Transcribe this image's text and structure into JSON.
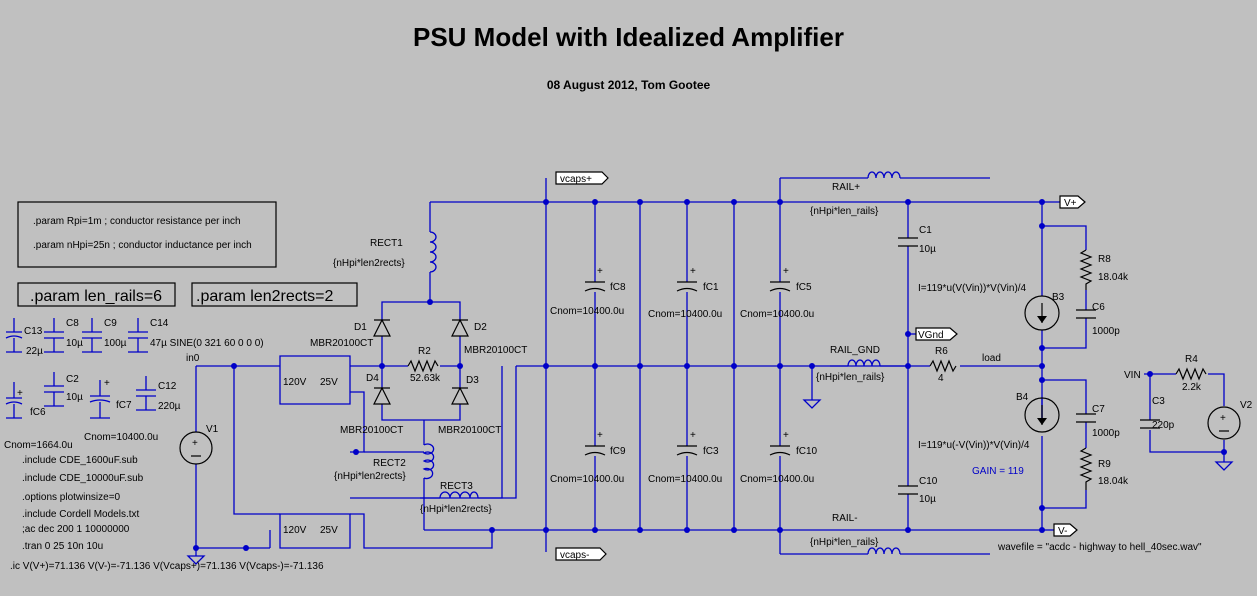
{
  "title": "PSU Model with Idealized Amplifier",
  "subtitle": "08 August 2012, Tom Gootee",
  "params": {
    "rpi": ".param Rpi=1m ; conductor resistance per inch",
    "nhpi": ".param nHpi=25n ; conductor inductance per inch",
    "len_rails": ".param len_rails=6",
    "len2rects": ".param len2rects=2"
  },
  "nets": {
    "vcaps_plus": "vcaps+",
    "vcaps_minus": "vcaps-",
    "v_plus": "V+",
    "v_minus": "V-",
    "vgnd": "VGnd",
    "in0": "in0",
    "load": "load",
    "vin": "VIN"
  },
  "rails": {
    "rail_plus": "RAIL+",
    "rail_gnd": "RAIL_GND",
    "rail_minus": "RAIL-",
    "rail_value": "{nHpi*len_rails}"
  },
  "rects": {
    "rect1": "RECT1",
    "rect2": "RECT2",
    "rect3": "RECT3",
    "rect_value": "{nHpi*len2rects}"
  },
  "diodes": {
    "d1": "D1",
    "d2": "D2",
    "d3": "D3",
    "d4": "D4",
    "model": "MBR20100CT"
  },
  "resistors": {
    "r2": "R2",
    "r2_val": "52.63k",
    "r6": "R6",
    "r6_val": "4",
    "r8": "R8",
    "r8_val": "18.04k",
    "r9": "R9",
    "r9_val": "18.04k",
    "r4": "R4",
    "r4_val": "2.2k"
  },
  "caps": {
    "fc8": "fC8",
    "fc1": "fC1",
    "fc5": "fC5",
    "fc9": "fC9",
    "fc3": "fC3",
    "fc10": "fC10",
    "cnom": "Cnom=10400.0u",
    "c1": "C1",
    "c1_val": "10µ",
    "c10": "C10",
    "c10_val": "10µ",
    "c6": "C6",
    "c6_val": "1000p",
    "c7": "C7",
    "c7_val": "1000p",
    "c3": "C3",
    "c3_val": "220p",
    "plus": "+"
  },
  "sources": {
    "b3": "B3",
    "b4": "B4",
    "b3_expr": "I=119*u(V(Vin))*V(Vin)/4",
    "b4_expr": "I=119*u(-V(Vin))*V(Vin)/4",
    "gain": "GAIN = 119",
    "v1": "V1",
    "v2": "V2",
    "wavefile": "wavefile = \"acdc - highway to hell_40sec.wav\""
  },
  "transformer": {
    "pri": "120V",
    "sec": "25V"
  },
  "spare": {
    "c13": "C13",
    "c13_val": "22µ",
    "c8": "C8",
    "c8_val": "10µ",
    "c9": "C9",
    "c9_val": "100µ",
    "c14": "C14",
    "c14_val": "47µ SINE(0 321 60 0 0 0)",
    "c2": "C2",
    "c2_val": "10µ",
    "c12": "C12",
    "c12_val": "220µ",
    "fc6": "fC6",
    "fc7": "fC7",
    "fc6_cnom": "Cnom=1664.0u",
    "fc7_cnom": "Cnom=10400.0u"
  },
  "directives": {
    "inc1": ".include CDE_1600uF.sub",
    "inc2": ".include CDE_10000uF.sub",
    "opt": ".options plotwinsize=0",
    "inc3": ".include Cordell Models.txt",
    "ac": ";ac dec 200 1 10000000",
    "tran": ".tran 0 25 10n 10u",
    "ic": ".ic V(V+)=71.136  V(V-)=-71.136 V(Vcaps+)=71.136 V(Vcaps-)=-71.136"
  }
}
